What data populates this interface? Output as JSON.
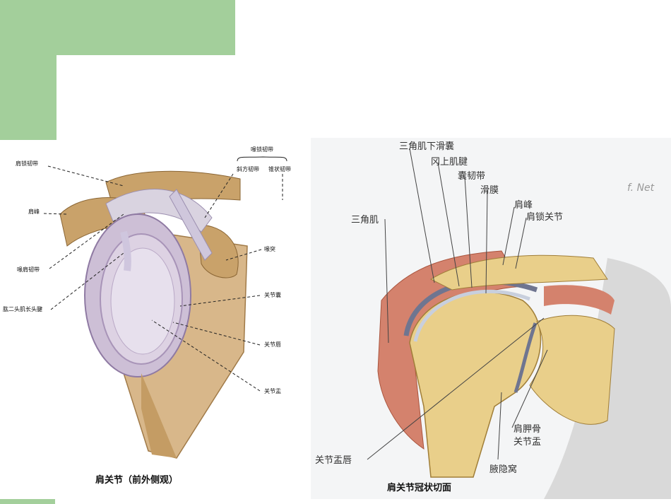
{
  "colors": {
    "accent_green": "#a3cf9b"
  },
  "left_figure": {
    "caption": "肩关节（前外侧观）",
    "labels": {
      "top_bracket": "喙锁韧带",
      "trapezoid": "斜方韧带",
      "conoid": "锥状韧带",
      "acromioclavicular_ligament": "肩锁韧带",
      "acromion": "肩峰",
      "coracoacromial_ligament": "喙肩韧带",
      "biceps_long_head": "肱二头肌长头腱",
      "coracoid": "喙突",
      "joint_capsule": "关节囊",
      "glenoid_labrum": "关节唇",
      "glenoid_cavity": "关节盂"
    }
  },
  "right_figure": {
    "caption": "肩关节冠状切面",
    "labels": {
      "subdeltoid_bursa": "三角肌下滑囊",
      "supraspinatus_tendon": "冈上肌腱",
      "capsular_ligament": "囊韧带",
      "synovium": "滑膜",
      "acromion": "肩峰",
      "ac_joint": "肩锁关节",
      "deltoid": "三角肌",
      "scapular_glenoid_1": "肩胛骨",
      "scapular_glenoid_2": "关节盂",
      "glenoid_labrum": "关节盂唇",
      "axillary_recess": "腋隐窝"
    },
    "watermark_text": "f. Net"
  }
}
